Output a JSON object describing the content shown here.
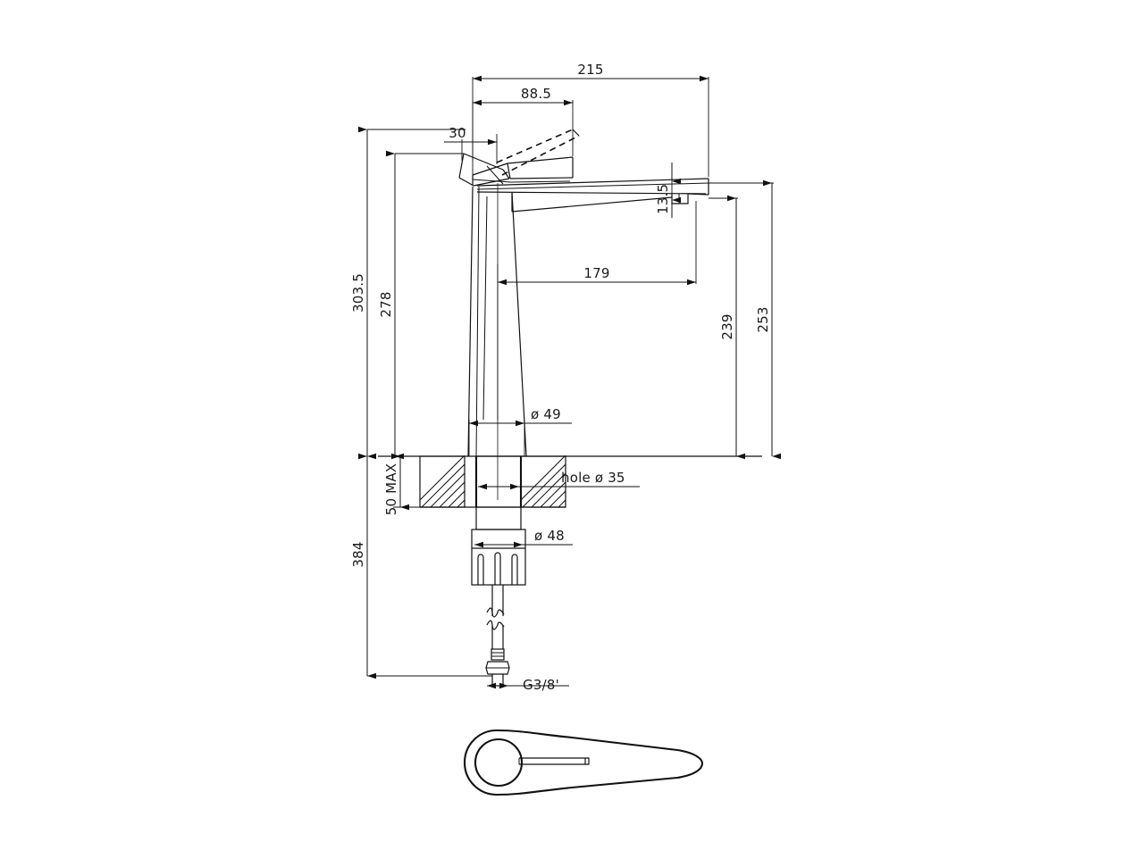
{
  "drawing": {
    "title": "Vessel basin mixer tap dimensioned drawing",
    "units": "mm",
    "line_color": "#111111",
    "background_color": "#ffffff",
    "views": [
      {
        "name": "front-elevation",
        "label": ""
      },
      {
        "name": "handle-plan-view",
        "label": ""
      }
    ]
  },
  "dimensions": {
    "overall_spout_reach": "215",
    "handle_offset": "88.5",
    "handle_lift_clearance": "30",
    "spout_outlet_thickness": "13.5",
    "spout_projection": "179",
    "total_height": "303.5",
    "body_height": "278",
    "spout_outlet_height": "239",
    "spout_top_height": "253",
    "counter_thickness_max": "50 MAX",
    "column_diameter": "ø 49",
    "mounting_hole": "hole  ø 35",
    "fixing_nut_diameter": "ø 48",
    "total_with_hose": "384",
    "supply_thread": "G3/8'"
  },
  "labels": [
    {
      "id": "dim-215",
      "text": "215",
      "rotated": false
    },
    {
      "id": "dim-88-5",
      "text": "88.5",
      "rotated": false
    },
    {
      "id": "dim-30",
      "text": "30",
      "rotated": false
    },
    {
      "id": "dim-13-5",
      "text": "13.5",
      "rotated": true
    },
    {
      "id": "dim-179",
      "text": "179",
      "rotated": false
    },
    {
      "id": "dim-303-5",
      "text": "303.5",
      "rotated": true
    },
    {
      "id": "dim-278",
      "text": "278",
      "rotated": true
    },
    {
      "id": "dim-239",
      "text": "239",
      "rotated": true
    },
    {
      "id": "dim-253",
      "text": "253",
      "rotated": true
    },
    {
      "id": "dim-50max",
      "text": "50 MAX",
      "rotated": true
    },
    {
      "id": "dim-d49",
      "text": "ø 49",
      "rotated": false
    },
    {
      "id": "dim-hole35",
      "text": "hole  ø 35",
      "rotated": false
    },
    {
      "id": "dim-d48",
      "text": "ø 48",
      "rotated": false
    },
    {
      "id": "dim-384",
      "text": "384",
      "rotated": true
    },
    {
      "id": "dim-g38",
      "text": "G3/8'",
      "rotated": false
    }
  ]
}
